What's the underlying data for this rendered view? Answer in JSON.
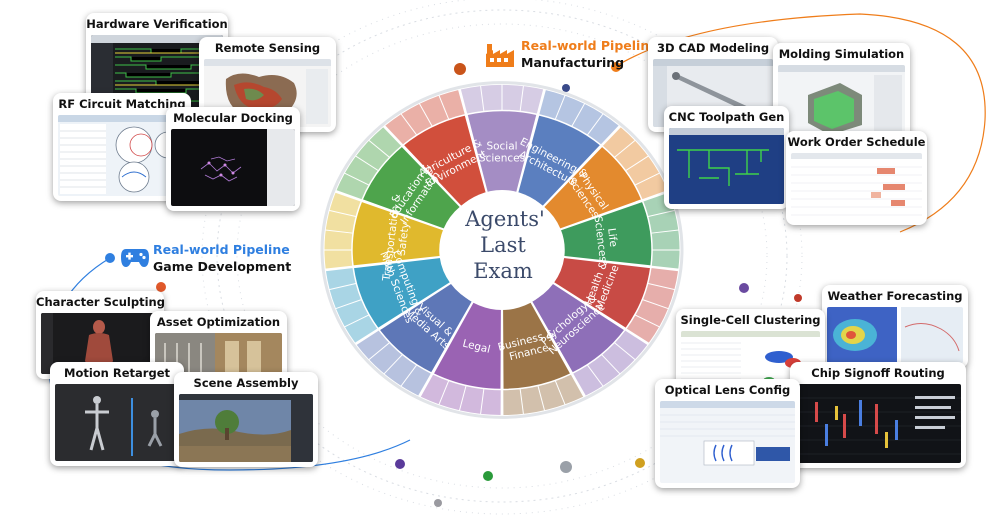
{
  "center": {
    "line1": "Agents'",
    "line2": "Last",
    "line3": "Exam"
  },
  "categories": [
    {
      "label": "Social Sciences",
      "color": "#a48dc4"
    },
    {
      "label": "Engineering & Architecture",
      "color": "#5b7fbf"
    },
    {
      "label": "Physical Sciences",
      "color": "#e38a2e"
    },
    {
      "label": "Life Sciences",
      "color": "#3e9b5d"
    },
    {
      "label": "Health & Medicine",
      "color": "#c84b45"
    },
    {
      "label": "Psychology & Neuroscience",
      "color": "#8e6fb8"
    },
    {
      "label": "Business & Finance",
      "color": "#9b7447"
    },
    {
      "label": "Legal",
      "color": "#9a63b3"
    },
    {
      "label": "Visual & Media Arts",
      "color": "#5e77b7"
    },
    {
      "label": "Computing & Math Sciences",
      "color": "#3fa1c5"
    },
    {
      "label": "Transportation & Safety",
      "color": "#e0b92d"
    },
    {
      "label": "Education & Information",
      "color": "#4ea44c"
    },
    {
      "label": "Agriculture & Environment",
      "color": "#d14f3c"
    }
  ],
  "pipelines": {
    "manufacturing": {
      "title": "Real-world Pipeline",
      "subtitle": "Manufacturing",
      "accent": "#ef7d1a"
    },
    "game": {
      "title": "Real-world Pipeline",
      "subtitle": "Game Development",
      "accent": "#2f7fe0"
    }
  },
  "cards": [
    {
      "title": "Hardware Verification",
      "icon": "hardware-waveform"
    },
    {
      "title": "Remote Sensing",
      "icon": "map-raster"
    },
    {
      "title": "RF Circuit Matching",
      "icon": "smith-chart"
    },
    {
      "title": "Molecular Docking",
      "icon": "molecule"
    },
    {
      "title": "3D CAD Modeling",
      "icon": "cad-part"
    },
    {
      "title": "Molding Simulation",
      "icon": "mold-3d"
    },
    {
      "title": "CNC Toolpath Gen",
      "icon": "toolpath"
    },
    {
      "title": "Work Order Schedule",
      "icon": "gantt"
    },
    {
      "title": "Character Sculpting",
      "icon": "sculpt"
    },
    {
      "title": "Asset Optimization",
      "icon": "interior"
    },
    {
      "title": "Motion Retarget",
      "icon": "rig"
    },
    {
      "title": "Scene Assembly",
      "icon": "landscape"
    },
    {
      "title": "Weather Forecasting",
      "icon": "weather-map"
    },
    {
      "title": "Single-Cell Clustering",
      "icon": "scatter"
    },
    {
      "title": "Chip Signoff Routing",
      "icon": "chip-layout"
    },
    {
      "title": "Optical Lens Config",
      "icon": "lens"
    }
  ]
}
